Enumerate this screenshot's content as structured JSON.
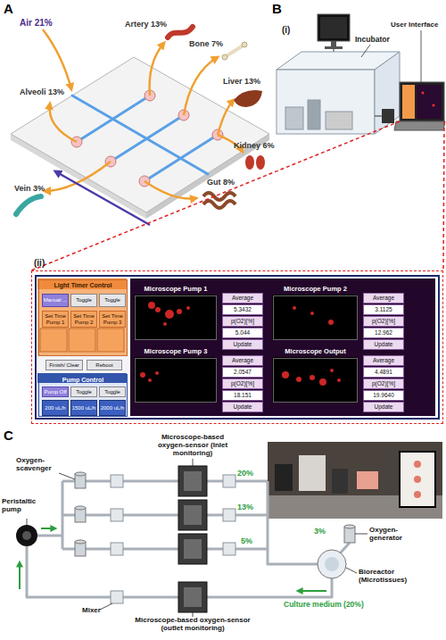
{
  "diagram": {
    "nodes": [
      {
        "text": [
          "(ii)"
        ]
      },
      {
        "text": [
          "Light Timer Control"
        ],
        "in": 0
      },
      {
        "text": [
          "Manual ..."
        ],
        "in": 1
      },
      {
        "text": [
          "Toggle"
        ],
        "in": 1
      },
      {
        "text": [
          "Toggle"
        ],
        "in": 1
      },
      {
        "text": [
          "Set Time Pump 1"
        ],
        "in": 1
      },
      {
        "text": [
          "Set Time Pump 2"
        ],
        "in": 1
      },
      {
        "text": [
          "Set Time Pump 3"
        ],
        "in": 1
      },
      {
        "text": [
          "Finish/ Clear"
        ],
        "in": 0
      },
      {
        "text": [
          "Reboot"
        ],
        "in": 0
      },
      {
        "text": [
          "Pump Control"
        ],
        "in": 0
      },
      {
        "text": [
          "Pump Off"
        ],
        "in": 10
      },
      {
        "text": [
          "Toggle"
        ],
        "in": 10
      },
      {
        "text": [
          "Toggle"
        ],
        "in": 10
      },
      {
        "text": [
          "200 uL/h"
        ],
        "in": 10
      },
      {
        "text": [
          "1500 uL/h"
        ],
        "in": 10
      },
      {
        "text": [
          "2000 uL/h"
        ],
        "in": 10
      },
      {
        "text": [
          "Microscope Pump 1"
        ],
        "in": 0
      },
      {
        "text": [
          "Average"
        ],
        "in": 0
      },
      {
        "text": [
          "5.3432"
        ],
        "in": 0
      },
      {
        "text": [
          "p(O2)[%]"
        ],
        "in": 0
      },
      {
        "text": [
          "5.044"
        ],
        "in": 0
      },
      {
        "text": [
          "Update"
        ],
        "in": 0
      },
      {
        "text": [
          "Microscope Pump 2"
        ],
        "in": 0
      },
      {
        "text": [
          "Average"
        ],
        "in": 0
      },
      {
        "text": [
          "3.1125"
        ],
        "in": 0
      },
      {
        "text": [
          "p(O2)[%]"
        ],
        "in": 0
      },
      {
        "text": [
          "12.962"
        ],
        "in": 0
      },
      {
        "text": [
          "Update"
        ],
        "in": 0
      },
      {
        "text": [
          "Microscope Pump 3"
        ],
        "in": 0
      },
      {
        "text": [
          "Average"
        ],
        "in": 0
      },
      {
        "text": [
          "2.0547"
        ],
        "in": 0
      },
      {
        "text": [
          "p(O2)[%]"
        ],
        "in": 0
      },
      {
        "text": [
          "18.151"
        ],
        "in": 0
      },
      {
        "text": [
          "Update"
        ],
        "in": 0
      },
      {
        "text": [
          "Microscope Output"
        ],
        "in": 0
      },
      {
        "text": [
          "Average"
        ],
        "in": 0
      },
      {
        "text": [
          "4.4891"
        ],
        "in": 0
      },
      {
        "text": [
          "p(O2)[%]"
        ],
        "in": 0
      },
      {
        "text": [
          "19.9640"
        ],
        "in": 0
      },
      {
        "text": [
          "Update"
        ],
        "in": 0
      }
    ],
    "labels": [
      "A",
      "Air 21%",
      "Artery 13%",
      "Alveoli 13%",
      "Bone 7%",
      "Liver 13%",
      "Kidney 6%",
      "Gut 8%",
      "Vein 3%",
      "B",
      "(i)",
      "Incubator",
      "User Interface",
      "C",
      "Microscope-based oxygen-sensor (Inlet monitoring)",
      "Oxygen-scavenger",
      "Peristaltic pump",
      "Mixer",
      "20%",
      "13%",
      "5%",
      "3%",
      "Oxygen-generator",
      "Bioreactor (Microtissues)",
      "Culture medium (20%)",
      "Microscope-based oxygen-sensor (outlet monitoring)"
    ]
  }
}
